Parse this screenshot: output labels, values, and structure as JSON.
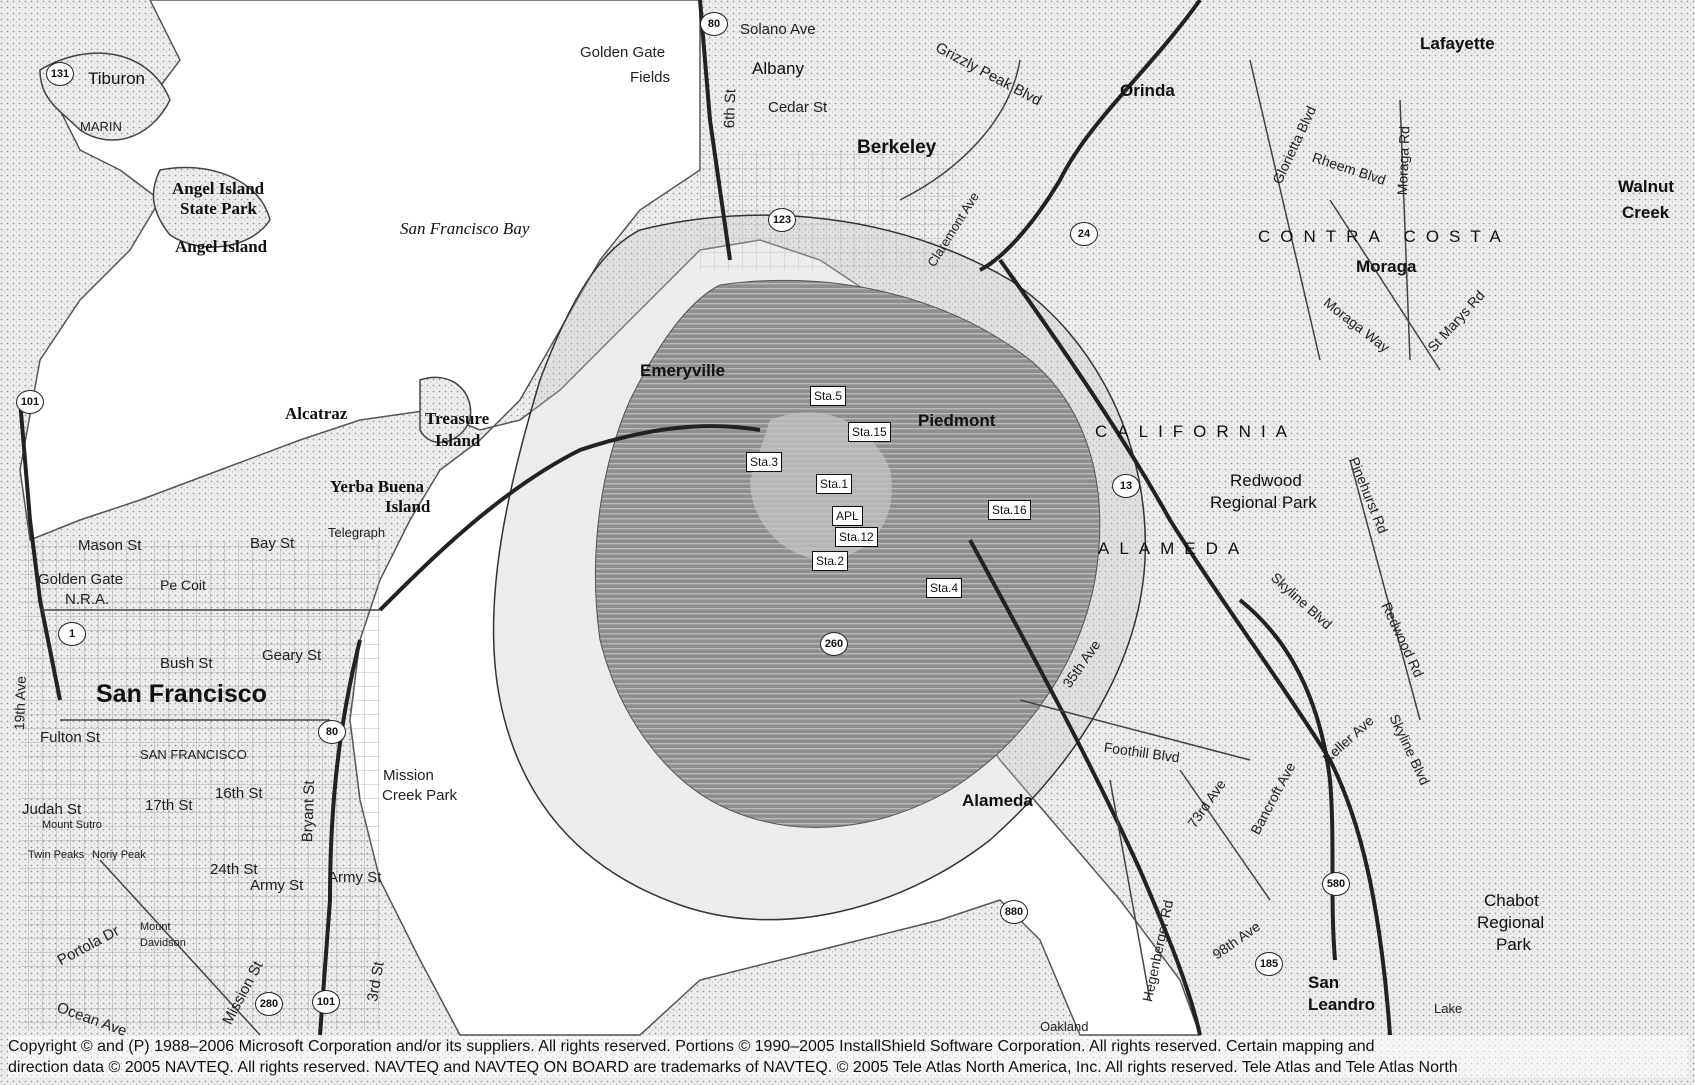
{
  "places": {
    "tiburon": "Tiburon",
    "marin": "MARIN",
    "angel_island_sp_1": "Angel Island",
    "angel_island_sp_2": "State Park",
    "angel_island": "Angel Island",
    "sf_bay": "San Francisco Bay",
    "alcatraz": "Alcatraz",
    "treasure_island_1": "Treasure",
    "treasure_island_2": "Island",
    "yerba_buena_1": "Yerba Buena",
    "yerba_buena_2": "Island",
    "telegraph_hill": "Telegraph",
    "golden_gate_fields_1": "Golden Gate",
    "golden_gate_fields_2": "Fields",
    "albany": "Albany",
    "berkeley": "Berkeley",
    "emeryville": "Emeryville",
    "piedmont": "Piedmont",
    "alameda": "Alameda",
    "orinda": "Orinda",
    "lafayette": "Lafayette",
    "moraga": "Moraga",
    "walnut_creek_1": "Walnut",
    "walnut_creek_2": "Creek",
    "contra_costa": "CONTRA COSTA",
    "california": "CALIFORNIA",
    "alameda_county": "ALAMEDA",
    "redwood_rp_1": "Redwood",
    "redwood_rp_2": "Regional Park",
    "chabot_1": "Chabot",
    "chabot_2": "Regional",
    "chabot_3": "Park",
    "san_leandro_1": "San",
    "san_leandro_2": "Leandro",
    "lake": "Lake",
    "oakland": "Oakland",
    "san_francisco": "San Francisco",
    "san_francisco_county": "SAN FRANCISCO",
    "golden_gate_nra_1": "Golden Gate",
    "golden_gate_nra_2": "N.R.A.",
    "mission_creek_1": "Mission",
    "mission_creek_2": "Creek Park",
    "mount_sutro": "Mount Sutro",
    "twin_peaks": "Twin Peaks",
    "noriy_peak": "Noriy Peak",
    "mount_davidson_1": "Mount",
    "mount_davidson_2": "Davidson"
  },
  "streets": {
    "solano_ave": "Solano Ave",
    "cedar_st": "Cedar St",
    "sixth_st": "6th St",
    "grizzly_peak": "Grizzly Peak Blvd",
    "claremont_ave": "Claremont Ave",
    "glorietta_blvd": "Glorietta Blvd",
    "rheem_blvd": "Rheem Blvd",
    "moraga_rd": "Moraga Rd",
    "moraga_way": "Moraga Way",
    "st_marys_rd": "St Marys Rd",
    "pinehurst_rd": "Pinehurst Rd",
    "redwood_rd": "Redwood Rd",
    "skyline_blvd_1": "Skyline Blvd",
    "skyline_blvd_2": "Skyline Blvd",
    "keller_ave": "Keller Ave",
    "foothill_blvd": "Foothill Blvd",
    "bancroft_ave": "Bancroft Ave",
    "73rd_ave": "73rd Ave",
    "35th_ave": "35th Ave",
    "98th_ave": "98th Ave",
    "hegenberger_rd": "Hegenberger Rd",
    "mason_st": "Mason St",
    "bay_st": "Bay St",
    "bush_st": "Bush St",
    "geary_st": "Geary St",
    "fulton_st": "Fulton St",
    "judah_st": "Judah St",
    "17th_st": "17th St",
    "16th_st": "16th St",
    "24th_st": "24th St",
    "army_st_1": "Army St",
    "army_st_2": "Army St",
    "bryant_st": "Bryant St",
    "3rd_st": "3rd St",
    "portola_dr": "Portola Dr",
    "ocean_ave": "Ocean Ave",
    "mission_st": "Mission St",
    "19th_ave": "19th Ave",
    "coit_park": "Pe Coit"
  },
  "highways": [
    "131",
    "101",
    "1",
    "80",
    "123",
    "13",
    "24",
    "880",
    "185",
    "580",
    "280",
    "101",
    "260",
    "80"
  ],
  "stations": {
    "sta5": "Sta.5",
    "sta15": "Sta.15",
    "sta3": "Sta.3",
    "sta1": "Sta.1",
    "apl": "APL",
    "sta12": "Sta.12",
    "sta2": "Sta.2",
    "sta16": "Sta.16",
    "sta4": "Sta.4"
  },
  "copyright": {
    "line1": "Copyright © and (P) 1988–2006 Microsoft Corporation and/or its suppliers. All rights reserved. Portions © 1990–2005 InstallShield Software Corporation. All rights reserved. Certain mapping and",
    "line2": "direction data © 2005 NAVTEQ. All rights reserved. NAVTEQ and NAVTEQ ON BOARD are trademarks of NAVTEQ. © 2005 Tele Atlas North America, Inc. All rights reserved. Tele Atlas and Tele Atlas North"
  },
  "colors": {
    "land": "#f4f4f4",
    "water": "#ffffff",
    "plume_dark": "#8a8a8a",
    "plume_light": "#d9d9d9",
    "road": "#333333"
  }
}
